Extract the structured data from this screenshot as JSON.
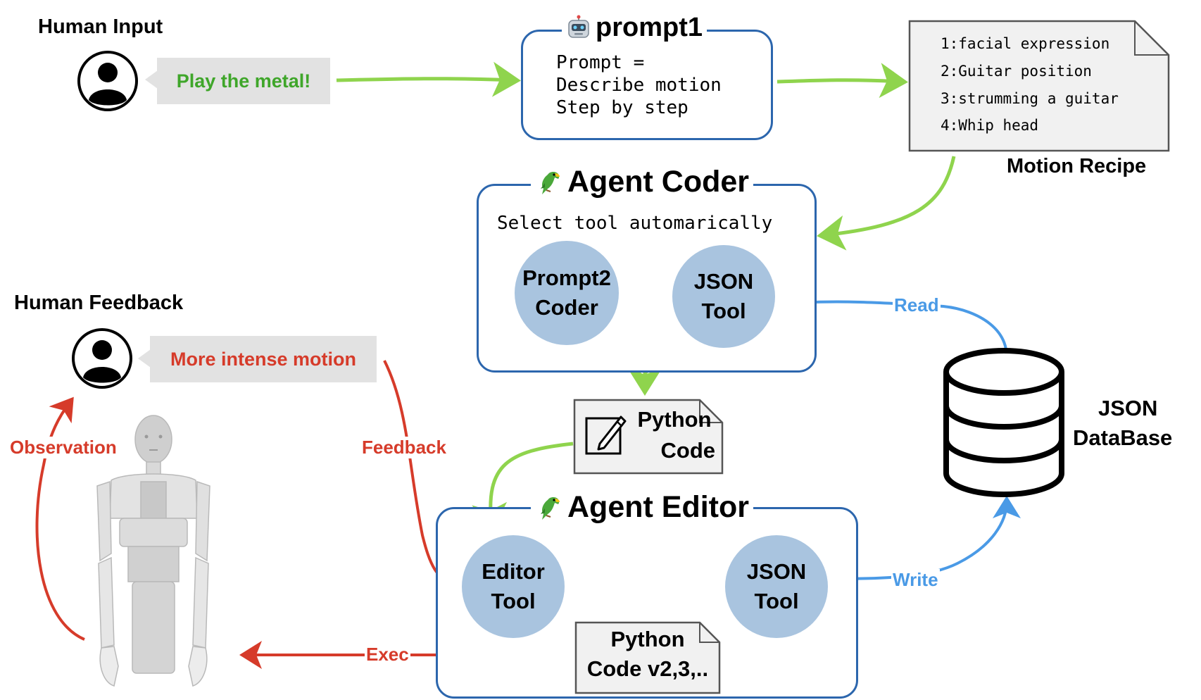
{
  "human_input": {
    "title": "Human Input",
    "bubble": "Play the metal!"
  },
  "prompt1": {
    "title": "prompt1",
    "icon": "robot-icon",
    "lines": [
      "Prompt =",
      "Describe motion",
      "Step by step"
    ]
  },
  "motion_recipe": {
    "items": [
      "1:facial expression",
      "2:Guitar position",
      "3:strumming a guitar",
      "4:Whip head"
    ],
    "label": "Motion Recipe"
  },
  "agent_coder": {
    "title": "Agent Coder",
    "icon": "parrot-icon",
    "subtitle": "Select tool automarically",
    "tool1": [
      "Prompt2",
      "Coder"
    ],
    "tool2": [
      "JSON",
      "Tool"
    ]
  },
  "python_code": {
    "lines": [
      "Python",
      "Code"
    ],
    "icon": "edit-icon"
  },
  "agent_editor": {
    "title": "Agent Editor",
    "icon": "parrot-icon",
    "tool1": [
      "Editor",
      "Tool"
    ],
    "tool2": [
      "JSON",
      "Tool"
    ],
    "code_doc": [
      "Python",
      "Code v2,3,.."
    ]
  },
  "human_feedback": {
    "title": "Human Feedback",
    "bubble": "More intense motion"
  },
  "database": {
    "lines": [
      "JSON",
      "DataBase"
    ],
    "icon": "database-icon"
  },
  "arrows": {
    "read": "Read",
    "write": "Write",
    "feedback": "Feedback",
    "observation": "Observation",
    "exec": "Exec"
  },
  "colors": {
    "green": "#8fd44d",
    "red": "#d63b2a",
    "blue": "#4a9ae6",
    "frame": "#2c66ad",
    "node": "#a9c4df",
    "bubble_green_text": "#3fa62a"
  }
}
